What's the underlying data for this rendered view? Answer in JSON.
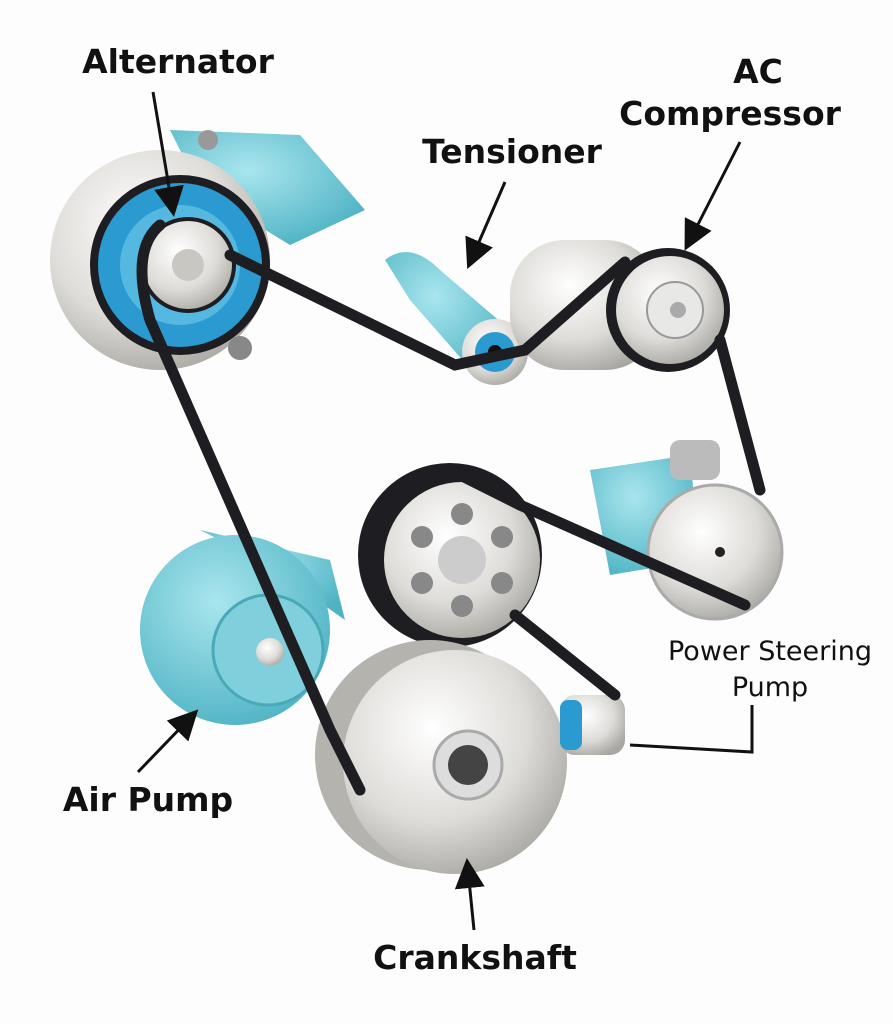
{
  "labels": {
    "alternator": "Alternator",
    "tensioner": "Tensioner",
    "ac_line1": "AC",
    "ac_line2": "Compressor",
    "ps_line1": "Power Steering",
    "ps_line2": "Pump",
    "air_pump": "Air Pump",
    "crankshaft": "Crankshaft"
  },
  "colors": {
    "teal": "#6cc9d6",
    "blue": "#2a9ad0",
    "belt": "#1e1e22",
    "metal": "#d9d9d6"
  }
}
